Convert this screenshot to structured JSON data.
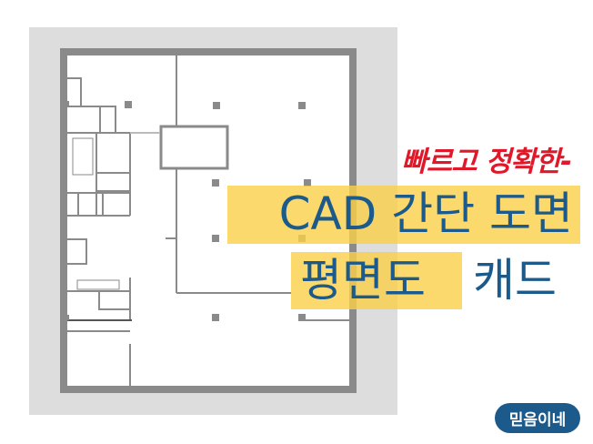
{
  "headline": {
    "tagline": "빠르고 정확한-",
    "line1": "CAD 간단 도면",
    "line2_highlight": "평면도",
    "line2_rest": "캐드"
  },
  "badge": "믿음이네",
  "colors": {
    "accent_red": "#e0192a",
    "text_blue": "#1c5a8c",
    "highlight": "#fbcf48",
    "wall": "#8a8a8a",
    "backdrop": "#dddddd"
  }
}
